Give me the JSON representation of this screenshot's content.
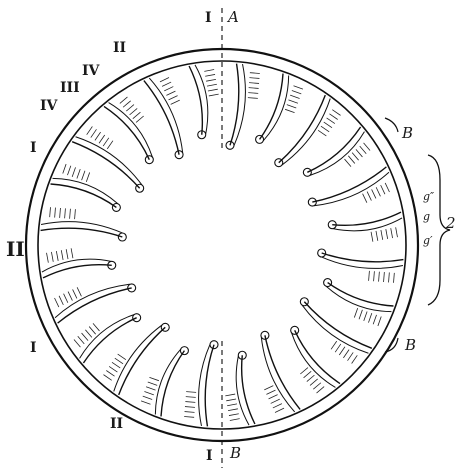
{
  "figure": {
    "labels": {
      "top_I": "I",
      "top_A": "A",
      "bottom_I": "I",
      "bottom_B": "B",
      "upper_II": "II",
      "upper_IV": "IV",
      "upper_III": "III",
      "left_IV": "IV",
      "left_I_upper": "I",
      "left_II": "II",
      "left_I_lower": "I",
      "lower_II": "II",
      "right_B_upper": "B",
      "right_B_lower": "B",
      "g_upper": "g″",
      "g_mid": "g",
      "g_lower": "g′",
      "right_2": "2"
    }
  }
}
